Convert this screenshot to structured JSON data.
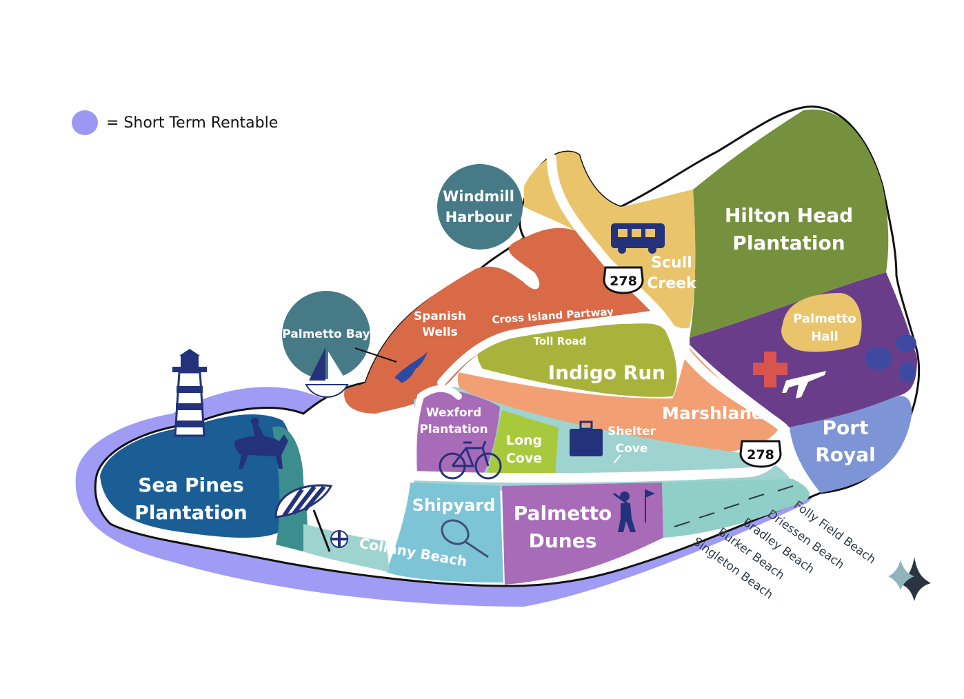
{
  "legend": {
    "text": "= Short Term Rentable",
    "color": "#9b97f2"
  },
  "colors": {
    "highlight": "#7b74ec",
    "sea_pines": "#1b5e95",
    "hilton_head_plantation": "#76913e",
    "purple_region": "#6a3d8a",
    "orange_region": "#d96a47",
    "indigo_run": "#a9b33c",
    "marshland": "#f2a073",
    "teal_band": "#9ed3cf",
    "palmetto_dunes": "#a86bb8",
    "port_royal": "#7d95d6",
    "yellow_region": "#e9c46a",
    "harbour_circle": "#467a86",
    "icon_navy": "#23327a"
  },
  "regions": {
    "windmill_harbour": [
      "Windmill",
      "Harbour"
    ],
    "palmetto_bay": "Palmetto Bay",
    "spanish_wells": [
      "Spanish",
      "Wells"
    ],
    "cross_island": "Cross Island Partway",
    "toll_road": "Toll Road",
    "indigo_run": "Indigo Run",
    "scull_creek": [
      "Scull",
      "Creek"
    ],
    "hilton_head": [
      "Hilton Head",
      "Plantation"
    ],
    "palmetto_hall": [
      "Palmetto",
      "Hall"
    ],
    "marshland": "Marshland",
    "port_royal": [
      "Port",
      "Royal"
    ],
    "wexford": [
      "Wexford",
      "Plantation"
    ],
    "long_cove": [
      "Long",
      "Cove"
    ],
    "shelter_cove": [
      "Shelter",
      "Cove"
    ],
    "shipyard": "Shipyard",
    "palmetto_dunes": [
      "Palmetto",
      "Dunes"
    ],
    "sea_pines": [
      "Sea Pines",
      "Plantation"
    ],
    "coligny": "Coliany Beach"
  },
  "route_278": "278",
  "beaches": [
    "Folly Field Beach",
    "Driessen Beach",
    "Bradley Beach",
    "Burker Beach",
    "Singleton Beach"
  ],
  "icons": [
    "rv-icon",
    "hospital-cross-icon",
    "airplane-icon",
    "seashell-icon",
    "sailboat-icon",
    "dolphin-icon",
    "lighthouse-icon",
    "horse-rider-icon",
    "umbrella-icon",
    "beach-ball-icon",
    "bicycle-icon",
    "suitcase-icon",
    "tennis-racket-icon",
    "golfer-icon",
    "sparkle-icon"
  ]
}
